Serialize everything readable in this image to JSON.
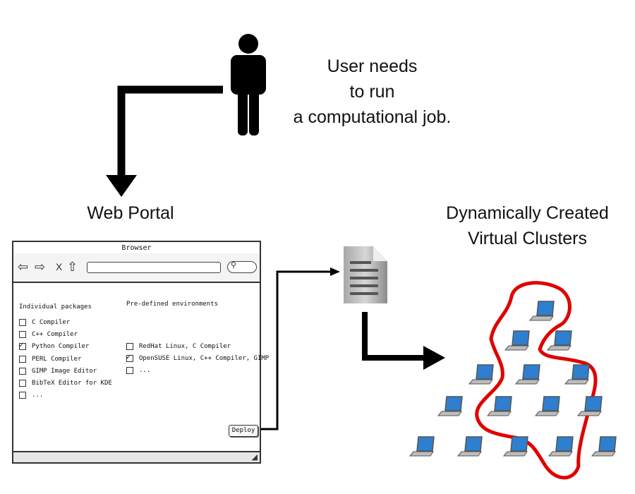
{
  "user_caption": [
    "User needs",
    "to run",
    "a computational job."
  ],
  "portal_title": "Web Portal",
  "clusters_title": [
    "Dynamically Created",
    "Virtual Clusters"
  ],
  "browser": {
    "window_title": "Browser",
    "nav_icons": [
      "back-arrow-icon",
      "forward-arrow-icon",
      "close-icon",
      "home-icon"
    ],
    "close_glyph": "X",
    "individual_header": "Individual packages",
    "predefined_header": "Pre-defined environments",
    "packages": [
      {
        "label": "C Compiler",
        "checked": false
      },
      {
        "label": "C++ Compiler",
        "checked": false
      },
      {
        "label": "Python Compiler",
        "checked": true
      },
      {
        "label": "PERL Compiler",
        "checked": false
      },
      {
        "label": "GIMP Image Editor",
        "checked": false
      },
      {
        "label": "BibTeX Editor for KDE",
        "checked": false
      },
      {
        "label": "...",
        "checked": false
      }
    ],
    "environments": [
      {
        "label": "RedHat Linux, C Compiler",
        "checked": false
      },
      {
        "label": "OpenSUSE Linux, C++ Compiler, GIMP",
        "checked": true
      },
      {
        "label": "...",
        "checked": false
      }
    ],
    "deploy_label": "Deploy"
  },
  "colors": {
    "arrow": "#000000",
    "cluster_outline": "#e00000",
    "document_gray": "#8a8a8a",
    "laptop_screen": "#2e7fd0"
  },
  "icons": {
    "user": "person-icon",
    "document": "document-icon",
    "laptop": "laptop-icon"
  }
}
